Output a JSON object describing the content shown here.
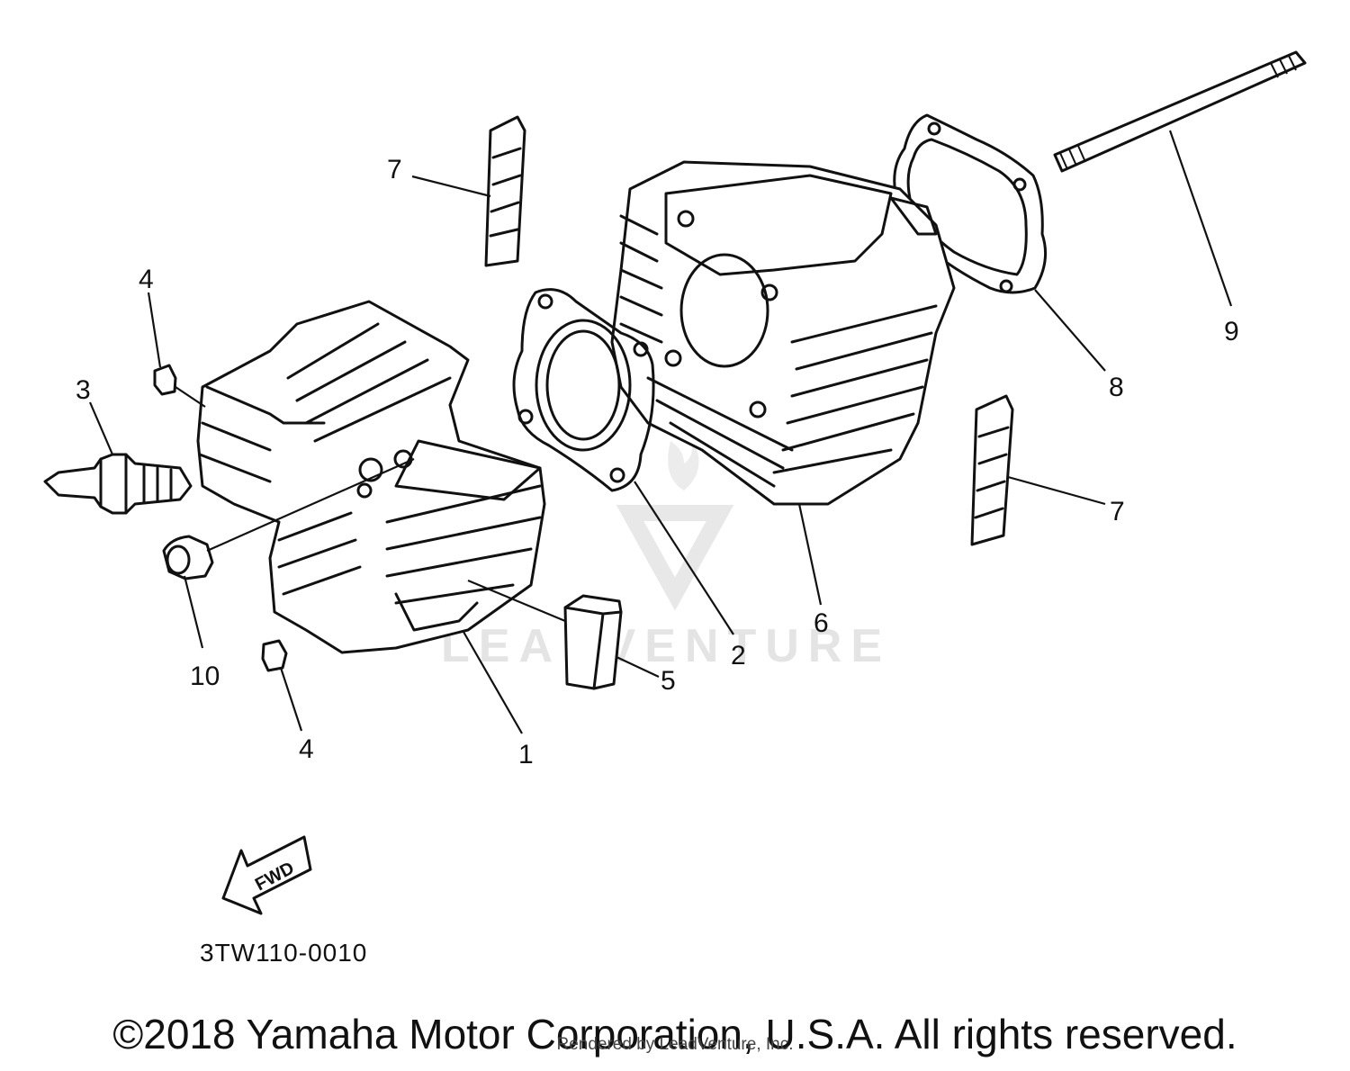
{
  "diagram": {
    "callouts": {
      "c1": "1",
      "c2": "2",
      "c3": "3",
      "c4a": "4",
      "c4b": "4",
      "c5": "5",
      "c6": "6",
      "c7a": "7",
      "c7b": "7",
      "c8": "8",
      "c9": "9",
      "c10": "10"
    },
    "fwd_arrow_label": "FWD",
    "diagram_code": "3TW110-0010"
  },
  "watermark": {
    "brand": "LEADVENTURE"
  },
  "footer": {
    "copyright": "©2018 Yamaha Motor Corporation, U.S.A. All rights reserved.",
    "rendered_by": "Rendered by LeadVenture, Inc."
  }
}
